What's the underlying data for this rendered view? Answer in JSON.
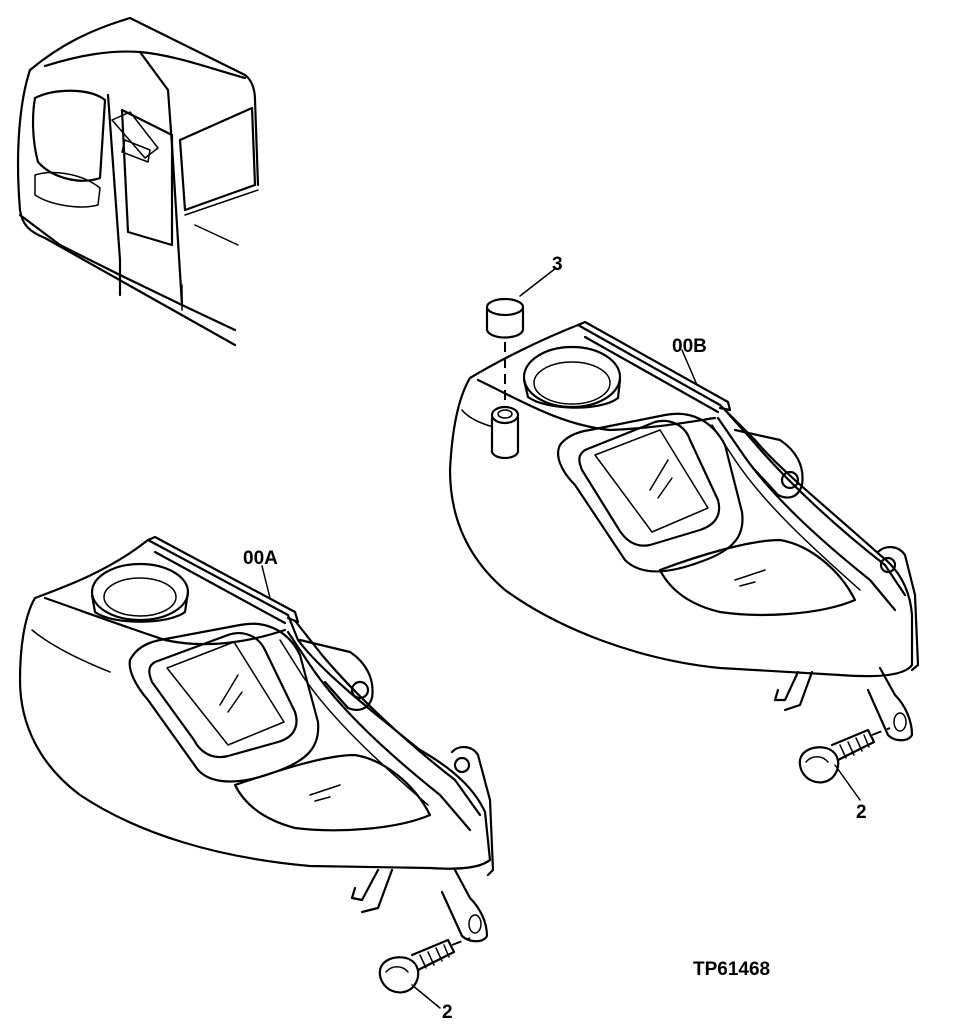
{
  "diagram": {
    "drawing_number": "TP61468",
    "callouts": {
      "cover_a": "00A",
      "cover_b": "00B",
      "cap": "3",
      "bolt_left": "2",
      "bolt_right": "2"
    }
  }
}
